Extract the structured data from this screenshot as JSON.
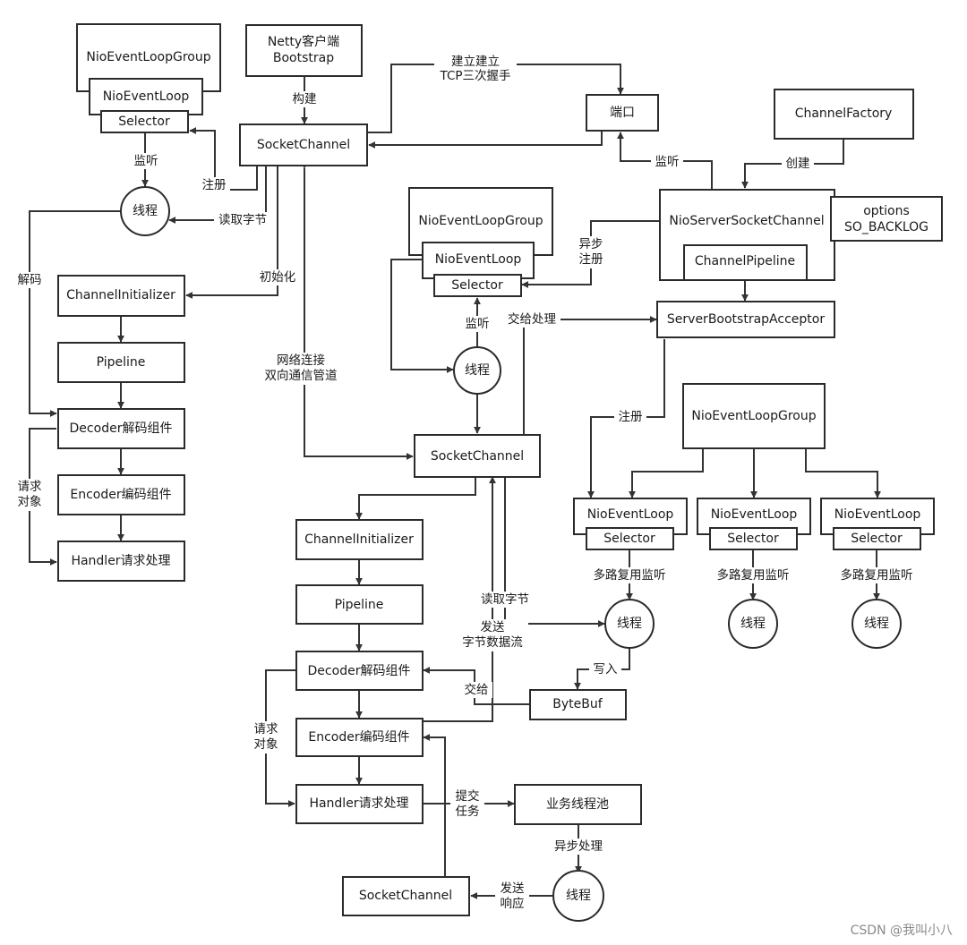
{
  "nodes": {
    "g1": "NioEventLoopGroup",
    "l1": "NioEventLoop",
    "s1": "Selector",
    "boot1": "Netty客户端",
    "boot2": "Bootstrap",
    "sc1": "SocketChannel",
    "port": "端口",
    "cf": "ChannelFactory",
    "th1": "线程",
    "nssc": "NioServerSocketChannel",
    "opt1": "options",
    "opt2": "SO_BACKLOG",
    "g2": "NioEventLoopGroup",
    "l2": "NioEventLoop",
    "s2": "Selector",
    "cp": "ChannelPipeline",
    "sba": "ServerBootstrapAcceptor",
    "ci1": "ChannelInitializer",
    "pl1": "Pipeline",
    "th2": "线程",
    "dec1": "Decoder解码组件",
    "enc1": "Encoder编码组件",
    "hd1": "Handler请求处理",
    "g3": "NioEventLoopGroup",
    "sc2": "SocketChannel",
    "wl1": "NioEventLoop",
    "ws1": "Selector",
    "wl2": "NioEventLoop",
    "ws2": "Selector",
    "wl3": "NioEventLoop",
    "ws3": "Selector",
    "ci2": "ChannelInitializer",
    "pl2": "Pipeline",
    "th3": "线程",
    "th4": "线程",
    "th5": "线程",
    "dec2": "Decoder解码组件",
    "bb": "ByteBuf",
    "enc2": "Encoder编码组件",
    "hd2": "Handler请求处理",
    "pool": "业务线程池",
    "sc3": "SocketChannel",
    "th6": "线程"
  },
  "labels": {
    "tcp1": "建立建立",
    "tcp2": "TCP三次握手",
    "build": "构建",
    "listen1": "监听",
    "register1": "注册",
    "readBytes1": "读取字节",
    "decode": "解码",
    "init": "初始化",
    "listenPort": "监听",
    "create": "创建",
    "async1": "异步",
    "async2": "注册",
    "listen2": "监听",
    "handover": "交给处理",
    "net1": "网络连接",
    "net2": "双向通信管道",
    "register2": "注册",
    "req1a": "请求",
    "req1b": "对象",
    "mux1": "多路复用监听",
    "mux2": "多路复用监听",
    "mux3": "多路复用监听",
    "readBytes2": "读取字节",
    "send1": "发送",
    "send2": "字节数据流",
    "write": "写入",
    "giveTo": "交给",
    "req2a": "请求",
    "req2b": "对象",
    "submit1": "提交",
    "submit2": "任务",
    "asyncProc": "异步处理",
    "resp1": "发送",
    "resp2": "响应"
  },
  "watermark": "CSDN @我叫小八"
}
